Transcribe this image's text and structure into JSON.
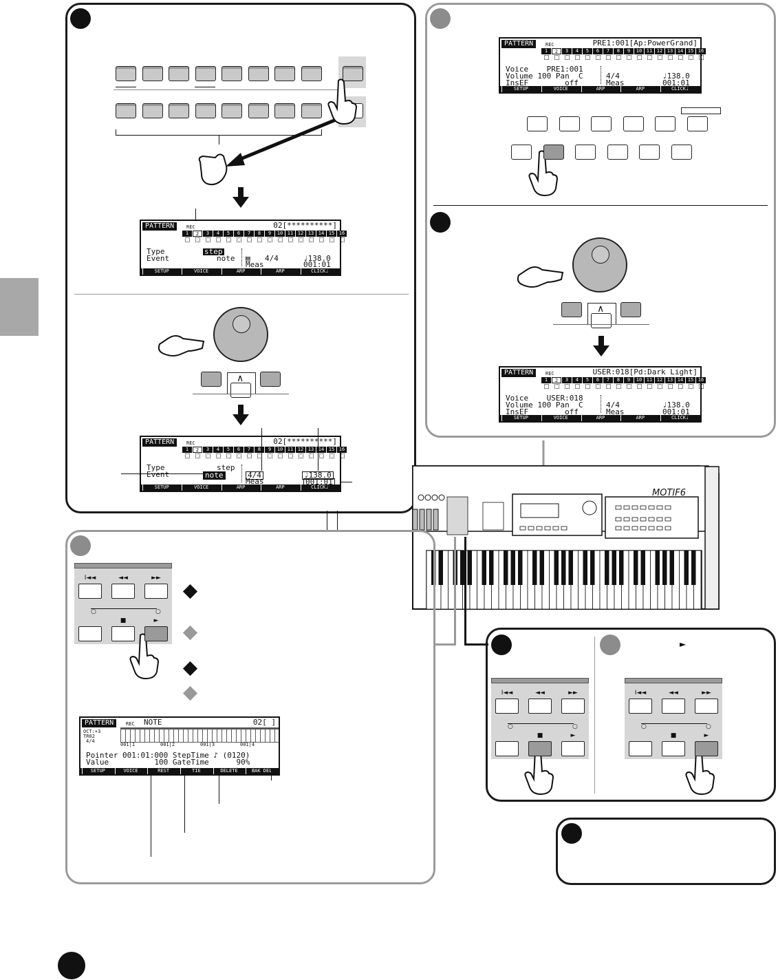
{
  "colors": {
    "badge_dark": "#111111",
    "badge_gray": "#8c8c8c",
    "panel_border_dark": "#1a1a1a",
    "panel_border_light": "#9a9a9a",
    "button_gray": "#c9c9c9"
  },
  "icons": {
    "step_badge": "circle-badge",
    "pointer": "hand-pointer-icon",
    "dial": "data-dial-icon",
    "transport": "transport-buttons"
  },
  "lcd_step_before": {
    "header": "PATTERN",
    "rec": "REC",
    "title": "02[**********]",
    "tracks": [
      "1",
      "2",
      "3",
      "4",
      "5",
      "6",
      "7",
      "8",
      "9",
      "10",
      "11",
      "12",
      "13",
      "14",
      "15",
      "16"
    ],
    "row1_label": "Type",
    "row1_value": "step",
    "row2_label": "Event",
    "row2_value": "note",
    "meter": "4/4",
    "tempo": "♩138.0",
    "meas_label": "Meas",
    "meas_value": "001:01",
    "tabs": [
      "SETUP",
      "VOICE",
      "ARP",
      "ARP",
      "CLICK♩"
    ]
  },
  "lcd_step_after": {
    "header": "PATTERN",
    "rec": "REC",
    "title": "02[**********]",
    "tracks": [
      "1",
      "2",
      "3",
      "4",
      "5",
      "6",
      "7",
      "8",
      "9",
      "10",
      "11",
      "12",
      "13",
      "14",
      "15",
      "16"
    ],
    "row1_label": "Type",
    "row1_value": "step",
    "row2_label": "Event",
    "row2_value": "note",
    "meter": "4/4",
    "tempo": "♩138.0",
    "meas_label": "Meas",
    "meas_value": "001:01",
    "tabs": [
      "SETUP",
      "VOICE",
      "ARP",
      "ARP",
      "CLICK♩"
    ]
  },
  "lcd_voice_pre": {
    "header": "PATTERN",
    "rec": "REC",
    "title": "PRE1:001[Ap:PowerGrand]",
    "tracks": [
      "1",
      "2",
      "3",
      "4",
      "5",
      "6",
      "7",
      "8",
      "9",
      "10",
      "11",
      "12",
      "13",
      "14",
      "15",
      "16"
    ],
    "line1": "Voice    PRE1:001",
    "line2": "Volume 100 Pan  C",
    "line3": "InsEF        off",
    "meter": "4/4",
    "tempo": "♩138.0",
    "meas_label": "Meas",
    "meas_value": "001:01",
    "tabs": [
      "SETUP",
      "VOICE",
      "ARP",
      "ARP",
      "CLICK♩"
    ]
  },
  "lcd_voice_user": {
    "header": "PATTERN",
    "rec": "REC",
    "title": "USER:018[Pd:Dark Light]",
    "tracks": [
      "1",
      "2",
      "3",
      "4",
      "5",
      "6",
      "7",
      "8",
      "9",
      "10",
      "11",
      "12",
      "13",
      "14",
      "15",
      "16"
    ],
    "line1": "Voice    USER:018",
    "line2": "Volume 100 Pan  C",
    "line3": "InsEF        off",
    "meter": "4/4",
    "tempo": "♩138.0",
    "meas_label": "Meas",
    "meas_value": "001:01",
    "tabs": [
      "SETUP",
      "VOICE",
      "ARP",
      "ARP",
      "CLICK♩"
    ]
  },
  "lcd_note": {
    "header": "PATTERN",
    "rec": "REC",
    "mode": "NOTE",
    "title": "02[                ]",
    "side1": "OCT:+3",
    "side2": "TR02",
    "side3": "4/4",
    "ruler": [
      "001|1",
      "001|2",
      "001|3",
      "001|4"
    ],
    "line1": "Pointer 001:01:000 StepTime ♪ (0120)",
    "line2": "Value          100 GateTime      90%",
    "tabs": [
      "SETUP",
      "VOICE",
      "REST",
      "TIE",
      "DELETE",
      "BAK DEL"
    ]
  },
  "dial_label": "∧",
  "play_symbol": "►",
  "logo": "MOTIF6",
  "transport_symbols": [
    "I◄◄",
    "◄◄",
    "►►",
    "○",
    "■",
    "►"
  ]
}
